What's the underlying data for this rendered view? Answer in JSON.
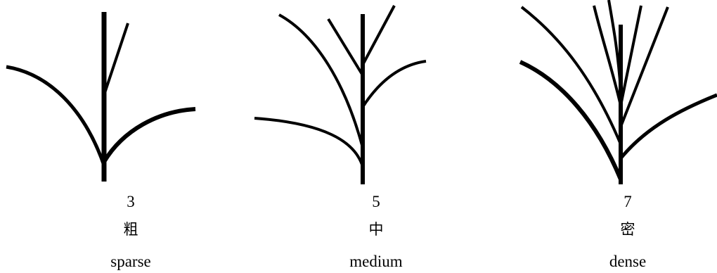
{
  "panels": [
    {
      "count": "3",
      "label_zh": "粗",
      "label_en": "sparse"
    },
    {
      "count": "5",
      "label_zh": "中",
      "label_en": "medium"
    },
    {
      "count": "7",
      "label_zh": "密",
      "label_en": "dense"
    }
  ],
  "colors": {
    "stroke": "#000000",
    "background": "#ffffff"
  }
}
